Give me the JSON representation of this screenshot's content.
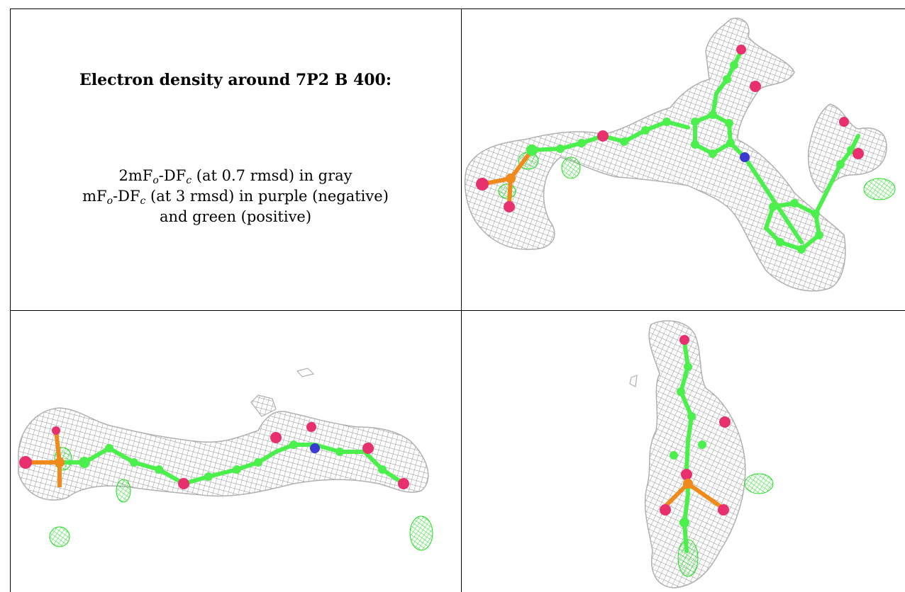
{
  "figure": {
    "title": "Electron density around 7P2 B 400:",
    "legend": {
      "line1": {
        "prefix": "2mF",
        "sub1": "o",
        "mid": "-DF",
        "sub2": "c",
        "suffix": " (at 0.7 rmsd) in gray"
      },
      "line2": {
        "prefix": "mF",
        "sub1": "o",
        "mid": "-DF",
        "sub2": "c",
        "suffix": " (at 3 rmsd) in purple (negative)"
      },
      "line3": "and green (positive)"
    }
  },
  "colors": {
    "mesh_gray": "#9a9a9a",
    "carbon_green": "#4cf04c",
    "oxygen_red": "#e8306e",
    "phosphorus_orange": "#f08a1a",
    "nitrogen_blue": "#3a3ad0",
    "positive_density_green": "#22dd22"
  },
  "views": [
    {
      "name": "view-top-right",
      "orientation": "front"
    },
    {
      "name": "view-bottom-left",
      "orientation": "side"
    },
    {
      "name": "view-bottom-right",
      "orientation": "end-on"
    }
  ]
}
